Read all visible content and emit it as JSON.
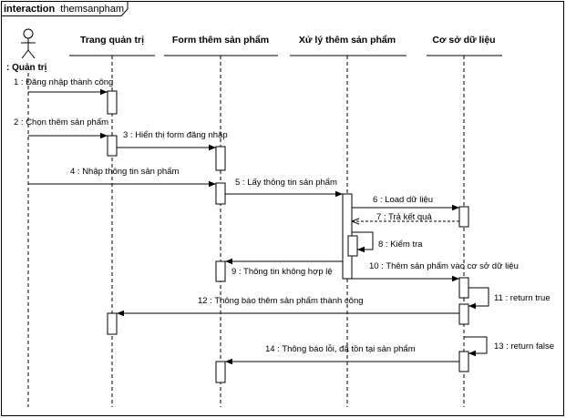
{
  "frame": {
    "keyword": "interaction",
    "name": "themsanpham"
  },
  "actor": {
    "label": ": Quản trị"
  },
  "lifelines": [
    {
      "id": "trang-quan-tri",
      "label": "Trang quản trị"
    },
    {
      "id": "form-them-san-pham",
      "label": "Form thêm sản phẩm"
    },
    {
      "id": "xu-ly-them-san-pham",
      "label": "Xử lý thêm sản phẩm"
    },
    {
      "id": "co-so-du-lieu",
      "label": "Cơ sở dữ liệu"
    }
  ],
  "messages": [
    {
      "label": "1 : Đăng nhập thành công"
    },
    {
      "label": "2 : Chọn thêm sản phẩm"
    },
    {
      "label": "3 : Hiển thị form đăng nhập"
    },
    {
      "label": "4 : Nhập thông tin sản phẩm"
    },
    {
      "label": "5 : Lấy thông tin sản phẩm"
    },
    {
      "label": "6 : Load dữ liệu"
    },
    {
      "label": "7 : Trả kết quả"
    },
    {
      "label": "8 : Kiểm tra"
    },
    {
      "label": "9 : Thông tin không hợp lệ"
    },
    {
      "label": "10 : Thêm sản phẩm vào cơ sở dữ liệu"
    },
    {
      "label": "11 : return true"
    },
    {
      "label": "12 : Thông báo thêm sản phẩm thành công"
    },
    {
      "label": "13 : return false"
    },
    {
      "label": "14 : Thông báo lỗi, đã tồn tại sản phẩm"
    }
  ]
}
